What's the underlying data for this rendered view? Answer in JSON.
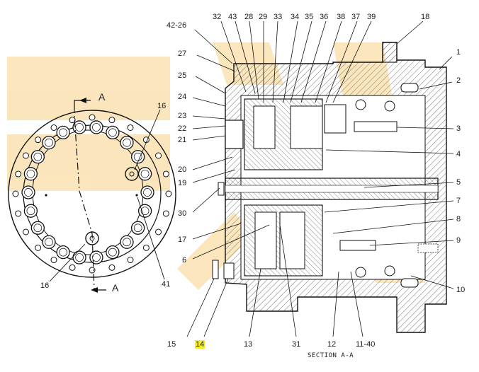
{
  "diagram": {
    "section_caption": "SECTION A-A",
    "section_marker": "A",
    "highlight_color": "#f5ec2a",
    "watermark_color": "#f4b642",
    "labels": {
      "l1": "1",
      "l2": "2",
      "l3": "3",
      "l4": "4",
      "l5": "5",
      "l6": "6",
      "l7": "7",
      "l8": "8",
      "l9": "9",
      "l10": "10",
      "l11_40": "11-40",
      "l12": "12",
      "l13": "13",
      "l14": "14",
      "l15": "15",
      "l16a": "16",
      "l16b": "16",
      "l17": "17",
      "l18": "18",
      "l19": "19",
      "l20": "20",
      "l21": "21",
      "l22": "22",
      "l23": "23",
      "l24": "24",
      "l25": "25",
      "l27": "27",
      "l28": "28",
      "l29": "29",
      "l30": "30",
      "l31": "31",
      "l32": "32",
      "l33": "33",
      "l34": "34",
      "l35": "35",
      "l36": "36",
      "l37": "37",
      "l38": "38",
      "l39": "39",
      "l41": "41",
      "l43": "43",
      "l42_26": "42-26"
    }
  }
}
